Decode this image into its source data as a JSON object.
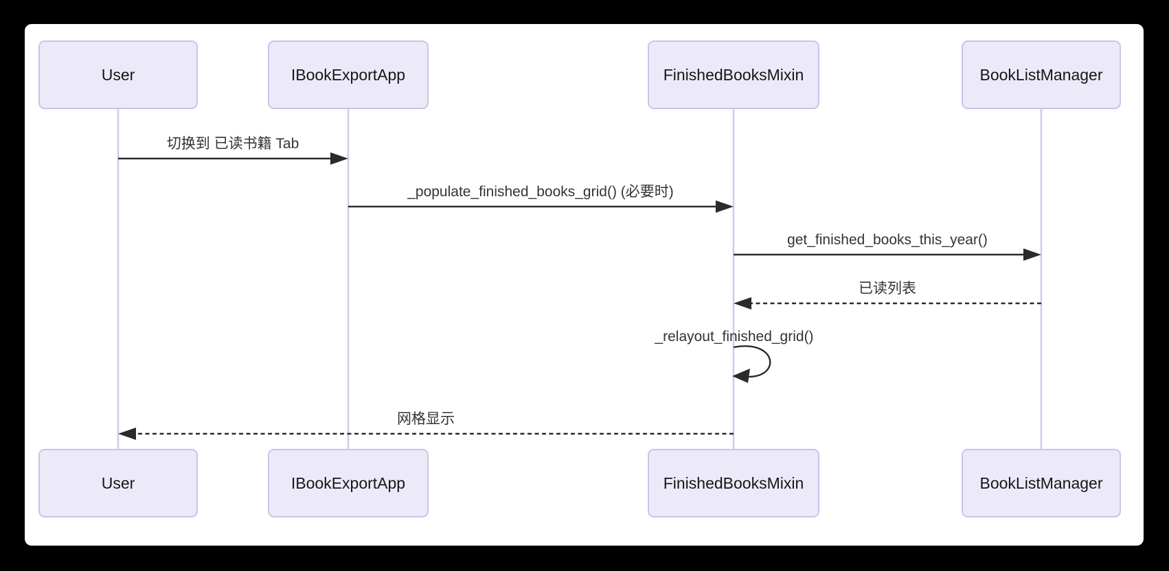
{
  "diagram": {
    "type": "sequence-diagram",
    "actors": [
      {
        "name": "User"
      },
      {
        "name": "IBookExportApp"
      },
      {
        "name": "FinishedBooksMixin"
      },
      {
        "name": "BookListManager"
      }
    ],
    "messages": [
      {
        "from": "User",
        "to": "IBookExportApp",
        "label": "切换到 已读书籍 Tab",
        "style": "solid"
      },
      {
        "from": "IBookExportApp",
        "to": "FinishedBooksMixin",
        "label": "_populate_finished_books_grid() (必要时)",
        "style": "solid"
      },
      {
        "from": "FinishedBooksMixin",
        "to": "BookListManager",
        "label": "get_finished_books_this_year()",
        "style": "solid"
      },
      {
        "from": "BookListManager",
        "to": "FinishedBooksMixin",
        "label": "已读列表",
        "style": "dashed"
      },
      {
        "from": "FinishedBooksMixin",
        "to": "FinishedBooksMixin",
        "label": "_relayout_finished_grid()",
        "style": "self-loop"
      },
      {
        "from": "FinishedBooksMixin",
        "to": "User",
        "label": "网格显示",
        "style": "dashed"
      }
    ],
    "colors": {
      "canvas_background": "#000000",
      "panel_background": "#ffffff",
      "actor_fill": "#ECEAF8",
      "actor_border": "#C8C4E8",
      "lifeline": "#CDCBEB",
      "message_line": "#2b2b2b",
      "message_text": "#333333",
      "actor_text": "#161616"
    }
  }
}
